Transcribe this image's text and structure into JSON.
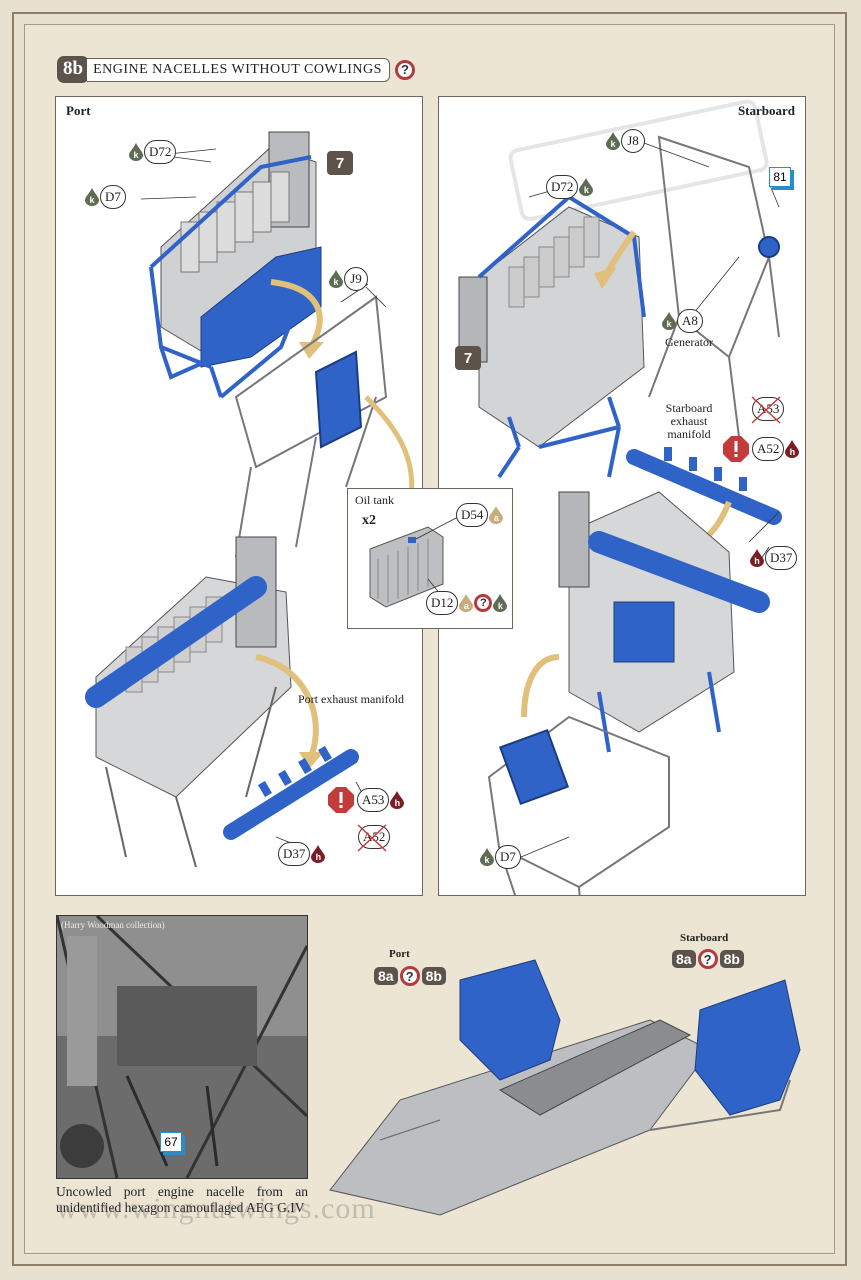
{
  "step": {
    "number": "8b",
    "title": "ENGINE NACELLES WITHOUT COWLINGS",
    "help_badge": "?"
  },
  "port_panel": {
    "label": "Port",
    "callouts": {
      "d72": {
        "part": "D72",
        "paint": "k"
      },
      "d7": {
        "part": "D7",
        "paint": "k"
      },
      "j9": {
        "part": "J9",
        "paint": "k"
      },
      "a53": {
        "part": "A53",
        "paint": "h"
      },
      "a52_crossed": {
        "part": "A52"
      },
      "d37": {
        "part": "D37",
        "paint": "h"
      }
    },
    "step_ref": "7",
    "exhaust_label": "Port exhaust manifold"
  },
  "oil_tank": {
    "label": "Oil tank",
    "quantity": "x2",
    "d54": {
      "part": "D54",
      "paint": "a"
    },
    "d12": {
      "part": "D12",
      "paint1": "a",
      "help": "?",
      "paint2": "k"
    }
  },
  "starboard_panel": {
    "label": "Starboard",
    "callouts": {
      "j8": {
        "part": "J8",
        "paint": "k"
      },
      "d72": {
        "part": "D72",
        "paint": "k"
      },
      "a8": {
        "part": "A8",
        "paint": "k"
      },
      "a53_crossed": {
        "part": "A53"
      },
      "a52": {
        "part": "A52",
        "paint": "h"
      },
      "d37": {
        "part": "D37",
        "paint": "h"
      },
      "d7": {
        "part": "D7",
        "paint": "k"
      }
    },
    "generator_label": "Generator",
    "page_ref": "81",
    "step_ref": "7",
    "exhaust_label": "Starboard exhaust manifold"
  },
  "photo": {
    "credit": "(Harry Woodman collection)",
    "page_ref": "67"
  },
  "caption": "Uncowled port engine nacelle from an unidentified hexagon camouflaged AEG G.IV",
  "overview": {
    "port_label": "Port",
    "port_step_a": "8a",
    "port_help": "?",
    "port_step_b": "8b",
    "starboard_label": "Starboard",
    "starboard_step_a": "8a",
    "starboard_help": "?",
    "starboard_step_b": "8b"
  },
  "watermark": "www.wingnutwings.com",
  "colors": {
    "paint_k": "#5f6b52",
    "paint_h": "#7a1e26",
    "paint_a": "#c9ac7c",
    "part_blue": "#2f63c8",
    "warn_red": "#c23c3c"
  }
}
